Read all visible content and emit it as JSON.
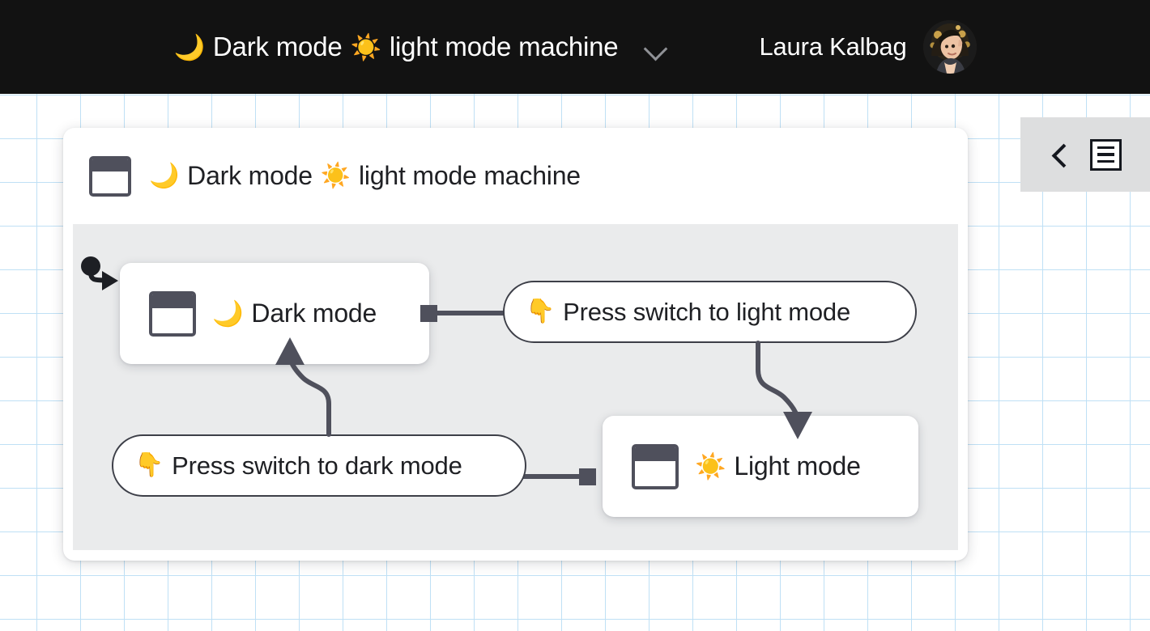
{
  "topbar": {
    "title_moon": "🌙",
    "title_part1": "Dark mode",
    "title_sun": "☀️",
    "title_part2": "light mode machine",
    "dropdown_icon": "chevron-down",
    "user_name": "Laura Kalbag",
    "avatar_alt": "Laura Kalbag"
  },
  "machine": {
    "icon": "state-node-icon",
    "title_moon": "🌙",
    "title_part1": "Dark mode",
    "title_sun": "☀️",
    "title_part2": "light mode machine",
    "states": [
      {
        "id": "dark",
        "icon": "state-node-icon",
        "emoji": "🌙",
        "label": "Dark mode",
        "initial": true
      },
      {
        "id": "light",
        "icon": "state-node-icon",
        "emoji": "☀️",
        "label": "Light mode",
        "initial": false
      }
    ],
    "events": [
      {
        "id": "to-light",
        "emoji": "👇",
        "label": "Press switch to light mode",
        "from": "dark",
        "to": "light"
      },
      {
        "id": "to-dark",
        "emoji": "👇",
        "label": "Press switch to dark mode",
        "from": "light",
        "to": "dark"
      }
    ]
  },
  "side_panel": {
    "collapse_icon": "chevron-left",
    "menu_icon": "hamburger-menu"
  },
  "colors": {
    "topbar_bg": "#121212",
    "canvas_bg": "#ffffff",
    "grid_line": "#bfe0f5",
    "card_bg": "#ffffff",
    "machine_body_bg": "#e2e3e5",
    "node_stroke": "#4f505c",
    "edge_stroke": "#4f505c",
    "text": "#1f2024",
    "panel_bg": "#dddedf"
  }
}
